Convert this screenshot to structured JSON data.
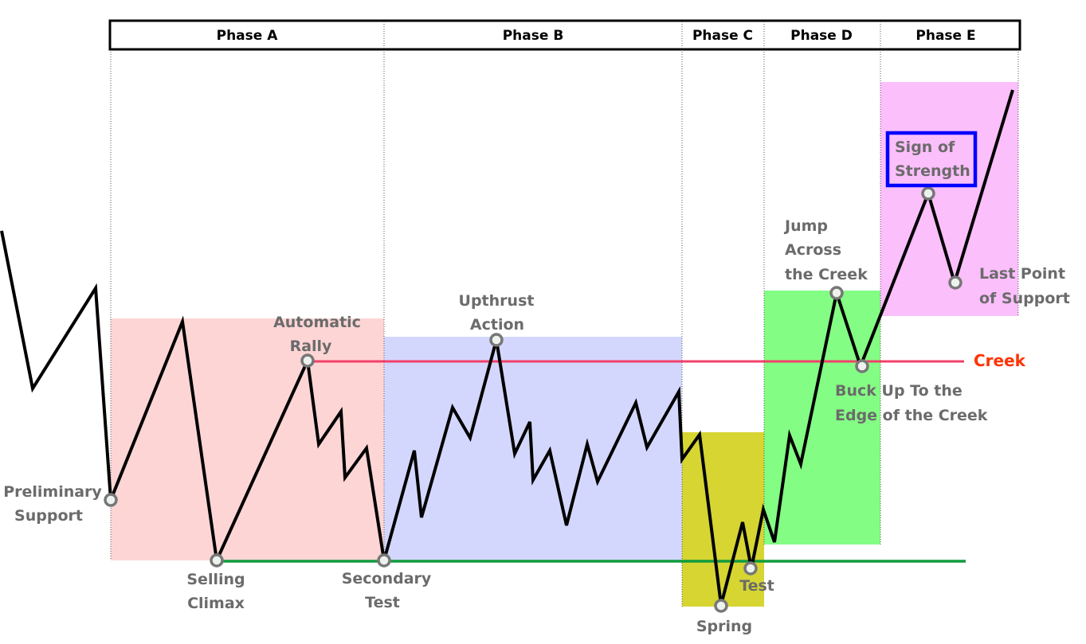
{
  "phases": [
    "Phase A",
    "Phase B",
    "Phase C",
    "Phase D",
    "Phase E"
  ],
  "labels": {
    "preliminary_support": [
      "Preliminary",
      "Support"
    ],
    "selling_climax": [
      "Selling",
      "Climax"
    ],
    "automatic_rally": [
      "Automatic",
      "Rally"
    ],
    "secondary_test": [
      "Secondary",
      "Test"
    ],
    "upthrust_action": [
      "Upthrust",
      "Action"
    ],
    "spring": [
      "Spring"
    ],
    "test": [
      "Test"
    ],
    "jump_across_creek": [
      "Jump",
      "Across",
      "the Creek"
    ],
    "buck_up": [
      "Buck Up To the",
      "Edge of the Creek"
    ],
    "sign_of_strength": [
      "Sign of",
      "Strength"
    ],
    "last_point_of_support": [
      "Last Point",
      "of Support"
    ],
    "creek": "Creek"
  },
  "colors": {
    "phase_a": "#fdd5d5",
    "phase_b": "#d4d7fd",
    "phase_c": "#d6d532",
    "phase_d": "#84fd84",
    "phase_e": "#fbbffb",
    "creek_line": "#f2406a",
    "creek_label": "#ff3300",
    "support_line": "#119b3c",
    "highlight_box": "#0000ff"
  }
}
